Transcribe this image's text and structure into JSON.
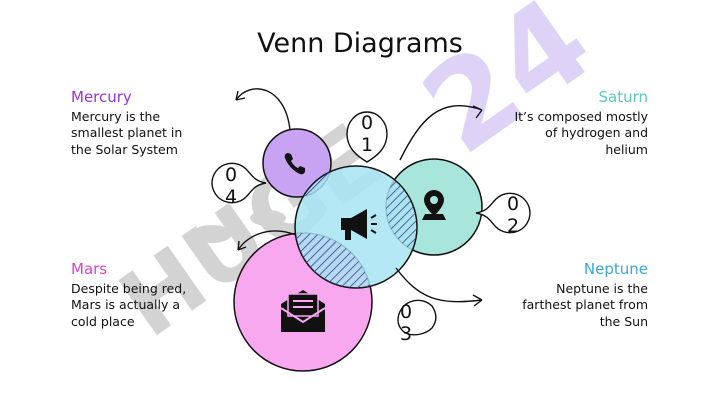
{
  "title": "Venn Diagrams",
  "watermark": "HUGE 24",
  "items": [
    {
      "name": "Mercury",
      "desc": "Mercury is the smallest planet in the Solar System",
      "color": "#9b34d6",
      "num": [
        "0",
        "4"
      ],
      "icon": "phone-icon"
    },
    {
      "name": "Saturn",
      "desc": "It’s composed mostly of hydrogen and helium",
      "color": "#5cc8c0",
      "num": [
        "0",
        "2"
      ],
      "icon": "location-pin-icon"
    },
    {
      "name": "Mars",
      "desc": "Despite being red, Mars is actually a cold place",
      "color": "#e040c8",
      "num": [
        "0",
        "3"
      ],
      "icon": "mail-icon"
    },
    {
      "name": "Neptune",
      "desc": "Neptune is the farthest planet from the Sun",
      "color": "#3aa8d8",
      "num": [
        "0",
        "1"
      ],
      "icon": "megaphone-icon"
    }
  ],
  "circle_colors": {
    "mercury": "#c9a3f3",
    "saturn": "#a8e6dc",
    "mars": "#f7a8ef",
    "neptune": "#a8e4f3"
  }
}
